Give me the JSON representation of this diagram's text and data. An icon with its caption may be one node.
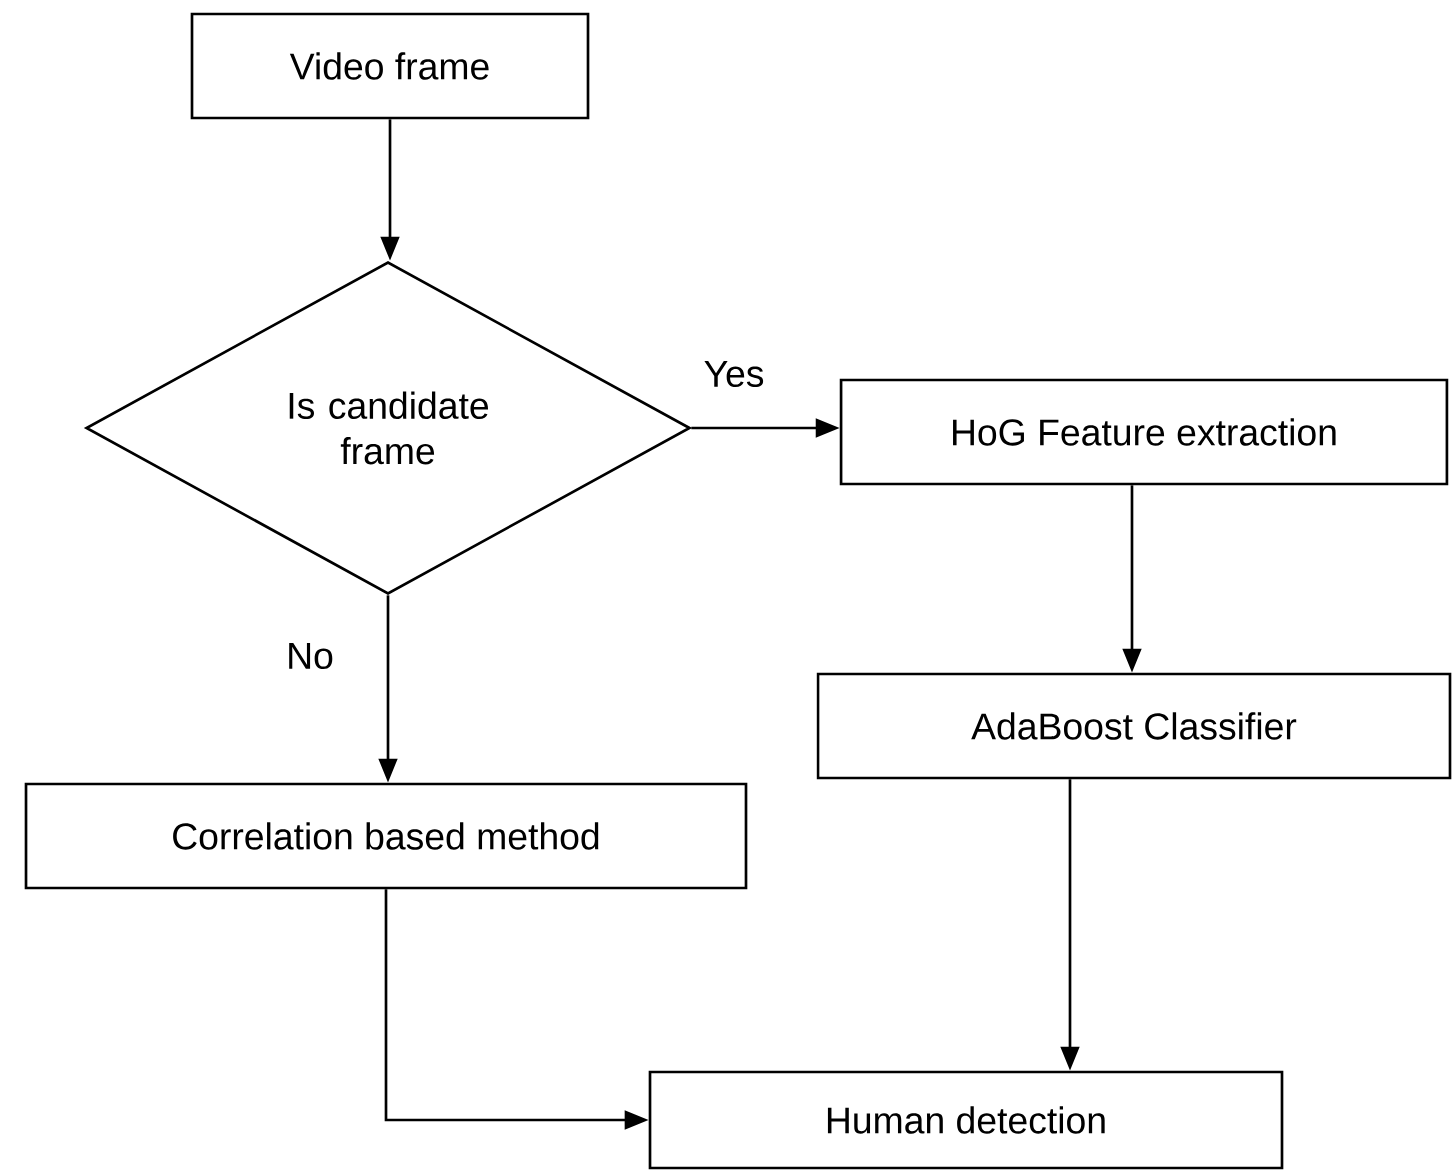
{
  "diagram": {
    "nodes": [
      {
        "text": [
          "Video frame"
        ]
      },
      {
        "text": [
          "Is candidate frame"
        ]
      },
      {
        "text": [
          "HoG Feature extraction"
        ]
      },
      {
        "text": [
          "AdaBoost Classifier"
        ]
      },
      {
        "text": [
          "Correlation based method"
        ]
      },
      {
        "text": [
          "Human detection"
        ]
      }
    ],
    "edges": [
      {
        "from": 0,
        "to": 1,
        "arrow": "to"
      },
      {
        "from": 1,
        "to": 2,
        "arrow": "to",
        "label": "Yes"
      },
      {
        "from": 1,
        "to": 4,
        "arrow": "to",
        "label": "No"
      },
      {
        "from": 2,
        "to": 3,
        "arrow": "to"
      },
      {
        "from": 3,
        "to": 5,
        "arrow": "to"
      },
      {
        "from": 4,
        "to": 5,
        "arrow": "to"
      }
    ]
  }
}
